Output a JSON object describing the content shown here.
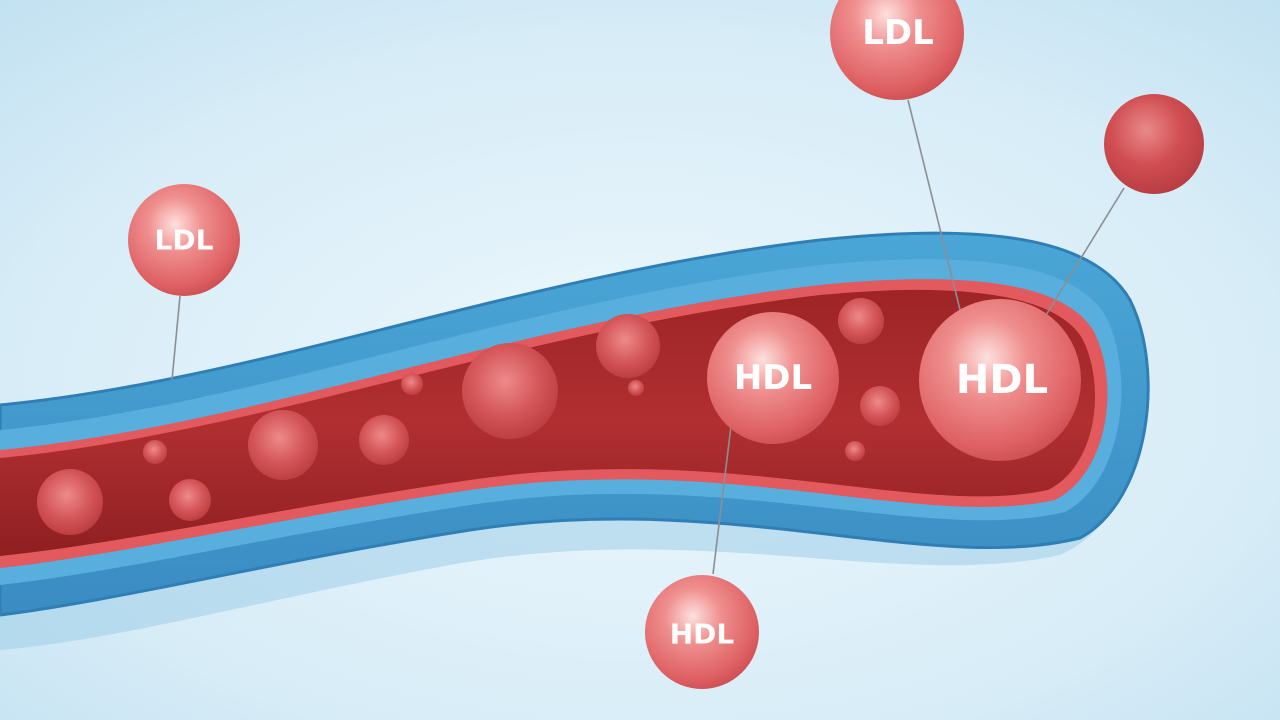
{
  "colors": {
    "background_light": "#e8f5fc",
    "background_dark": "#bfe0f1",
    "vessel_outer": "#3f96c9",
    "vessel_wall": "#5fb4e0",
    "vessel_lumen": "#a82a2c",
    "vessel_lining": "#e45a5c",
    "particle": "#e36a6c",
    "leader_line": "#8a8f94"
  },
  "callouts": {
    "ldl_left": {
      "label": "LDL"
    },
    "ldl_top": {
      "label": "LDL"
    },
    "ldl_top_right": {
      "label": ""
    },
    "hdl_bottom": {
      "label": "HDL"
    }
  },
  "vessel_particles": {
    "hdl_large": {
      "label": "HDL"
    },
    "hdl_medium": {
      "label": "HDL"
    }
  }
}
